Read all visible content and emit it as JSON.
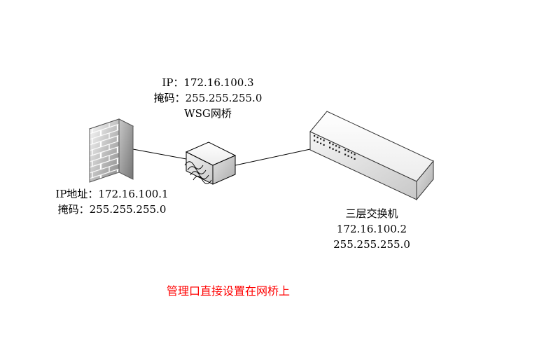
{
  "diagram": {
    "bridge": {
      "label_ip": "IP：172.16.100.3",
      "label_mask": "掩码：255.255.255.0",
      "label_name": "WSG网桥"
    },
    "firewall": {
      "label_ip": "IP地址：172.16.100.1",
      "label_mask": "掩码：255.255.255.0"
    },
    "switch": {
      "label_name": "三层交换机",
      "label_ip": "172.16.100.2",
      "label_mask": "255.255.255.0"
    },
    "note": {
      "text": "管理口直接设置在网桥上",
      "color": "#ff0000"
    },
    "icons": {
      "firewall": "firewall-brick-wall-icon",
      "bridge": "wsg-bridge-device-icon",
      "switch": "layer3-switch-device-icon"
    },
    "colors": {
      "background": "#ffffff",
      "connector_line": "#000000",
      "label_text": "#000000",
      "note_text": "#ff0000"
    }
  }
}
